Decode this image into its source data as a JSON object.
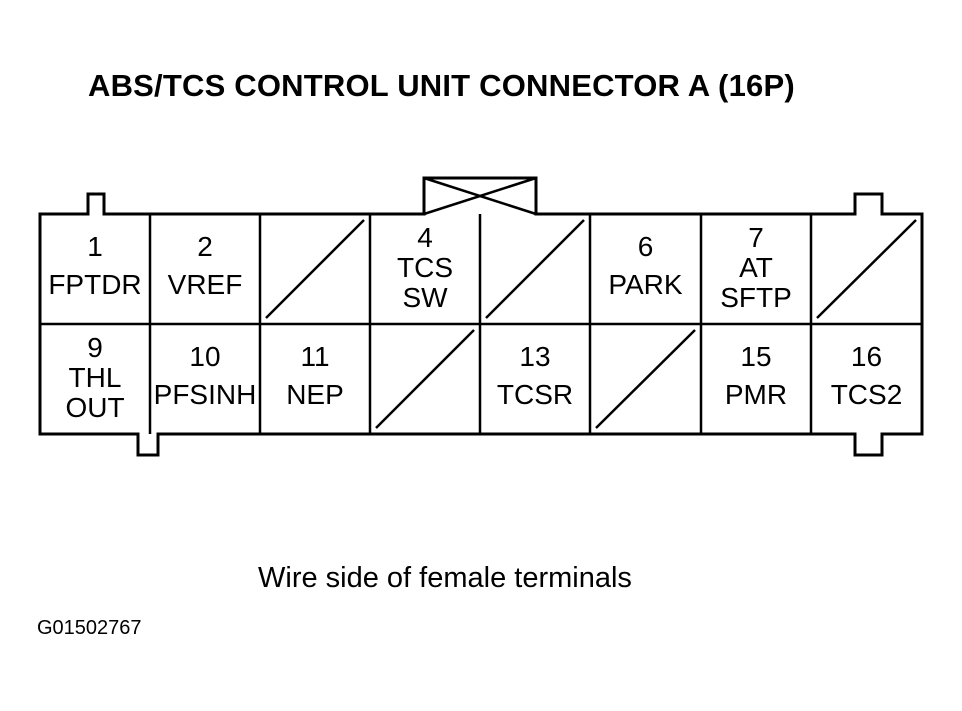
{
  "title": "ABS/TCS CONTROL UNIT CONNECTOR A (16P)",
  "caption": "Wire side of female terminals",
  "figure_id": "G01502767",
  "terminals": [
    {
      "num": "1",
      "lines": [
        "FPTDR"
      ]
    },
    {
      "num": "2",
      "lines": [
        "VREF"
      ]
    },
    {
      "num": "",
      "lines": [],
      "empty": true
    },
    {
      "num": "4",
      "lines": [
        "TCS",
        "SW"
      ]
    },
    {
      "num": "",
      "lines": [],
      "empty": true
    },
    {
      "num": "6",
      "lines": [
        "PARK"
      ]
    },
    {
      "num": "7",
      "lines": [
        "AT",
        "SFTP"
      ]
    },
    {
      "num": "",
      "lines": [],
      "empty": true
    },
    {
      "num": "9",
      "lines": [
        "THL",
        "OUT"
      ]
    },
    {
      "num": "10",
      "lines": [
        "PFSINH"
      ]
    },
    {
      "num": "11",
      "lines": [
        "NEP"
      ]
    },
    {
      "num": "",
      "lines": [],
      "empty": true
    },
    {
      "num": "13",
      "lines": [
        "TCSR"
      ]
    },
    {
      "num": "",
      "lines": [],
      "empty": true
    },
    {
      "num": "15",
      "lines": [
        "PMR"
      ]
    },
    {
      "num": "16",
      "lines": [
        "TCS2"
      ]
    }
  ]
}
